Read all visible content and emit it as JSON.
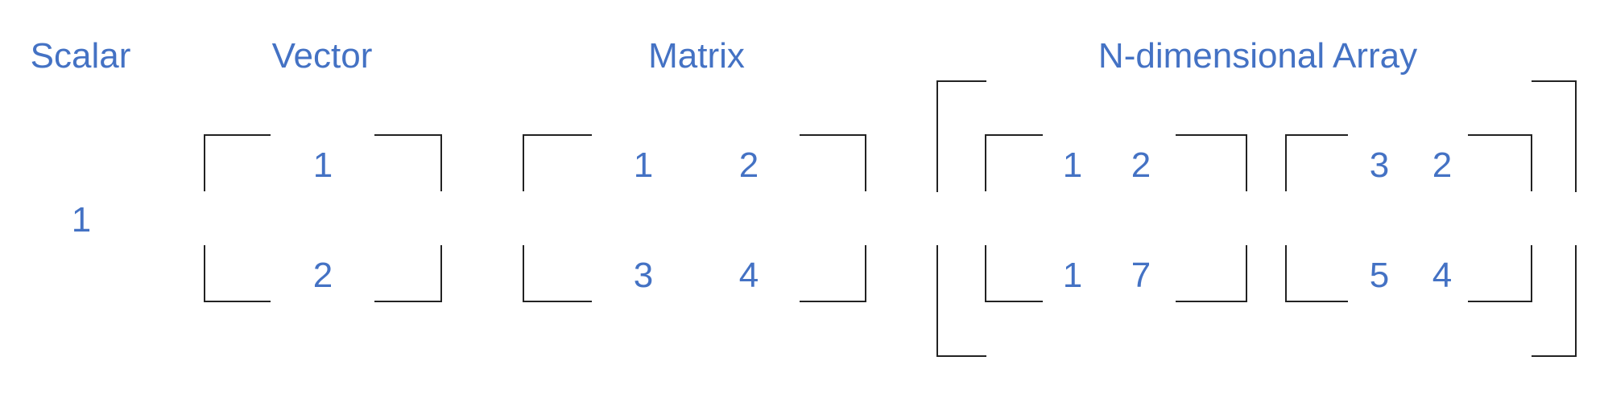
{
  "headers": {
    "scalar": "Scalar",
    "vector": "Vector",
    "matrix": "Matrix",
    "ndarray": "N-dimensional Array"
  },
  "scalar": {
    "value": "1"
  },
  "vector": {
    "values": [
      "1",
      "2"
    ]
  },
  "matrix": {
    "rows": [
      [
        "1",
        "2"
      ],
      [
        "3",
        "4"
      ]
    ]
  },
  "ndarray": {
    "blocks": [
      [
        [
          "1",
          "2"
        ],
        [
          "1",
          "7"
        ]
      ],
      [
        [
          "3",
          "2"
        ],
        [
          "5",
          "4"
        ]
      ]
    ]
  },
  "colors": {
    "text": "#4472C4",
    "bracket": "#222222",
    "background": "#ffffff"
  }
}
